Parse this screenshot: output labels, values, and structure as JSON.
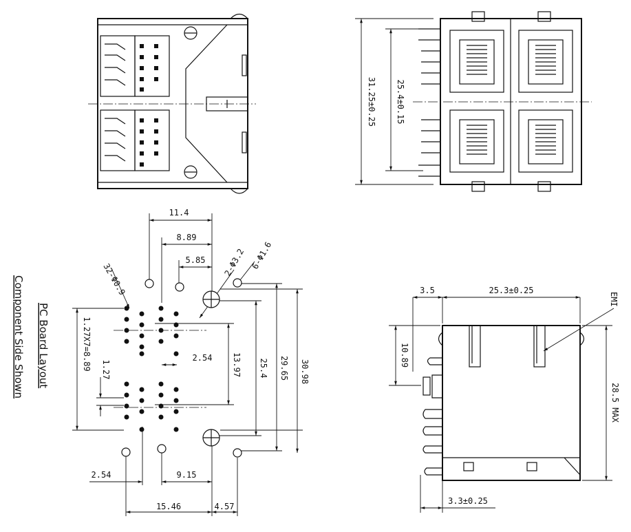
{
  "title_lines": [
    "PC Board Layout",
    "Component Side Shown"
  ],
  "emi_label": "EMI",
  "pcb_dims": {
    "d_11_4": "11.4",
    "d_8_89": "8.89",
    "d_5_85": "5.85",
    "holes_32": "32-Φ0.9",
    "holes_2_3": "2-Φ3.2",
    "holes_6_1": "6-Φ1.6",
    "pitch_1_27x7": "1.27X7=8.89",
    "pitch_1_27": "1.27",
    "d_2_54": "2.54",
    "d_13_97": "13.97",
    "d_25_4": "25.4",
    "d_29_65": "29.65",
    "d_30_98": "30.98",
    "d_2_54b": "2.54",
    "d_9_15": "9.15",
    "d_15_46": "15.46",
    "d_4_57": "4.57"
  },
  "front_dims": {
    "d_31_25": "31.25±0.25",
    "d_25_4": "25.4±0.15"
  },
  "side_dims": {
    "d_3_5": "3.5",
    "d_25_3": "25.3±0.25",
    "d_10_89": "10.89",
    "d_28_5": "28.5 MAX",
    "d_3_3": "3.3±0.25"
  }
}
